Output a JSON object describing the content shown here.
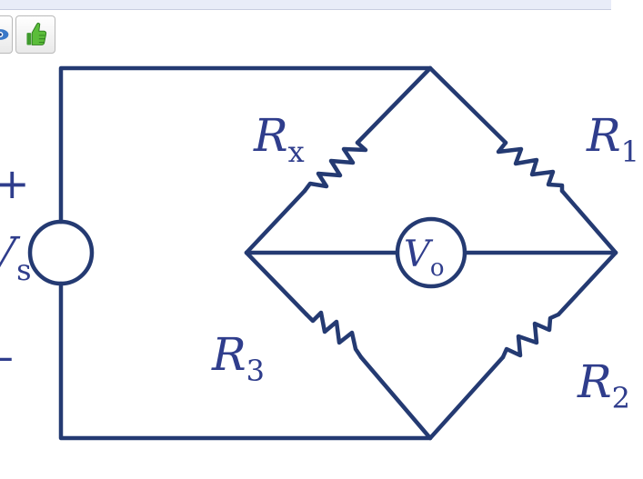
{
  "colors": {
    "wire": "#243a72",
    "label": "#2f3d8c",
    "toolbar_strip": "#e8ecf8"
  },
  "toolbar": {
    "icons": [
      "eye-icon",
      "thumbs-up-icon"
    ]
  },
  "labels": {
    "rx": {
      "main": "R",
      "sub": "x"
    },
    "r1": {
      "main": "R",
      "sub": "1"
    },
    "r2": {
      "main": "R",
      "sub": "2"
    },
    "r3": {
      "main": "R",
      "sub": "3"
    },
    "vs": {
      "main": "V",
      "sub": "s"
    },
    "vo": {
      "main": "V",
      "sub": "o"
    },
    "plus": "+",
    "minus": "–"
  }
}
